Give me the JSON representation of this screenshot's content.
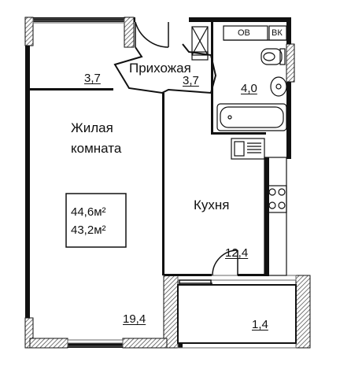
{
  "rooms": {
    "living": {
      "name": "Жилая комната",
      "area": "19,4"
    },
    "hall": {
      "name": "Прихожая",
      "area": "3,7"
    },
    "wardrobe": {
      "area": "3,7"
    },
    "bathroom": {
      "area": "4,0"
    },
    "kitchen": {
      "name": "Кухня",
      "area": "12,4"
    },
    "balcony": {
      "area": "1,4"
    }
  },
  "totals": {
    "total_area": "44,6м²",
    "living_area": "43,2м²"
  },
  "fixtures": {
    "ventilation": "ОВ",
    "water": "ВК"
  },
  "colors": {
    "wall": "#111111",
    "hatch": "#555555",
    "window": "#666666",
    "background": "#ffffff"
  }
}
